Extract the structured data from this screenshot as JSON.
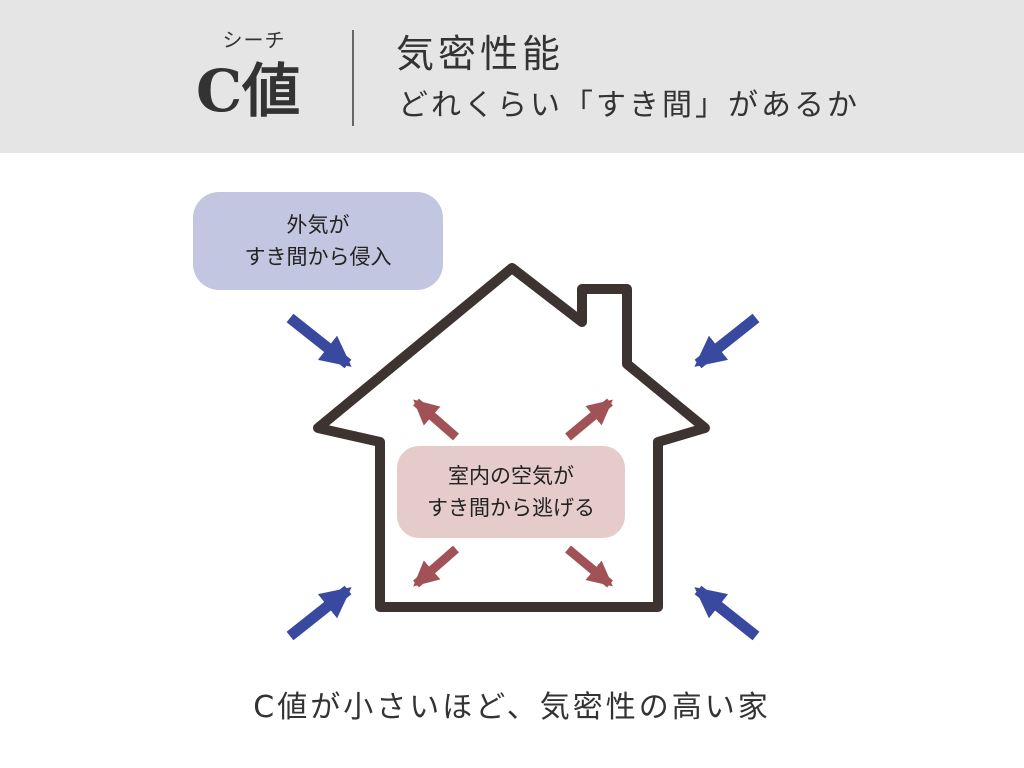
{
  "header": {
    "ruby": "シーチ",
    "term": "C値",
    "title": "気密性能",
    "subtitle": "どれくらい「すき間」があるか"
  },
  "diagram": {
    "outside_label": [
      "外気が",
      "すき間から侵入"
    ],
    "inside_label": [
      "室内の空気が",
      "すき間から逃げる"
    ]
  },
  "caption": "C値が小さいほど、気密性の高い家",
  "colors": {
    "header_bg": "#e5e5e5",
    "house_stroke": "#3d3330",
    "outside_arrow": "#3a49a0",
    "inside_arrow": "#a05257",
    "outside_bubble": "#c3c6e0",
    "inside_bubble": "#e5cccb"
  }
}
